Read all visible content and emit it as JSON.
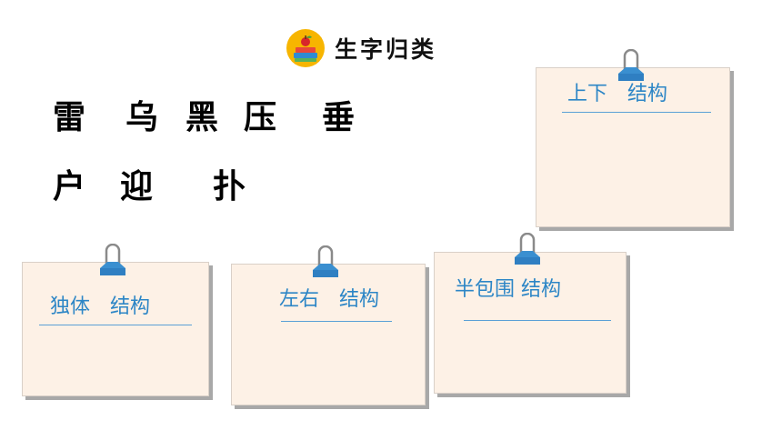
{
  "header": {
    "title": "生字归类",
    "icon": "book-stack-apple-icon"
  },
  "characters": {
    "row1": [
      "雷",
      "乌",
      "黑",
      "压",
      "垂"
    ],
    "row2": [
      "户",
      "迎",
      "扑"
    ]
  },
  "cards": [
    {
      "id": "shangxia",
      "label": "上下　结构"
    },
    {
      "id": "duti",
      "label": "独体　结构"
    },
    {
      "id": "zuoyou",
      "label": "左右　结构"
    },
    {
      "id": "banbaowei",
      "label": "半包围 结构"
    }
  ],
  "colors": {
    "card_bg": "#fdf1e6",
    "label": "#2d86c6",
    "clip": "#3a8fd0",
    "icon_circle": "#f7b500"
  }
}
